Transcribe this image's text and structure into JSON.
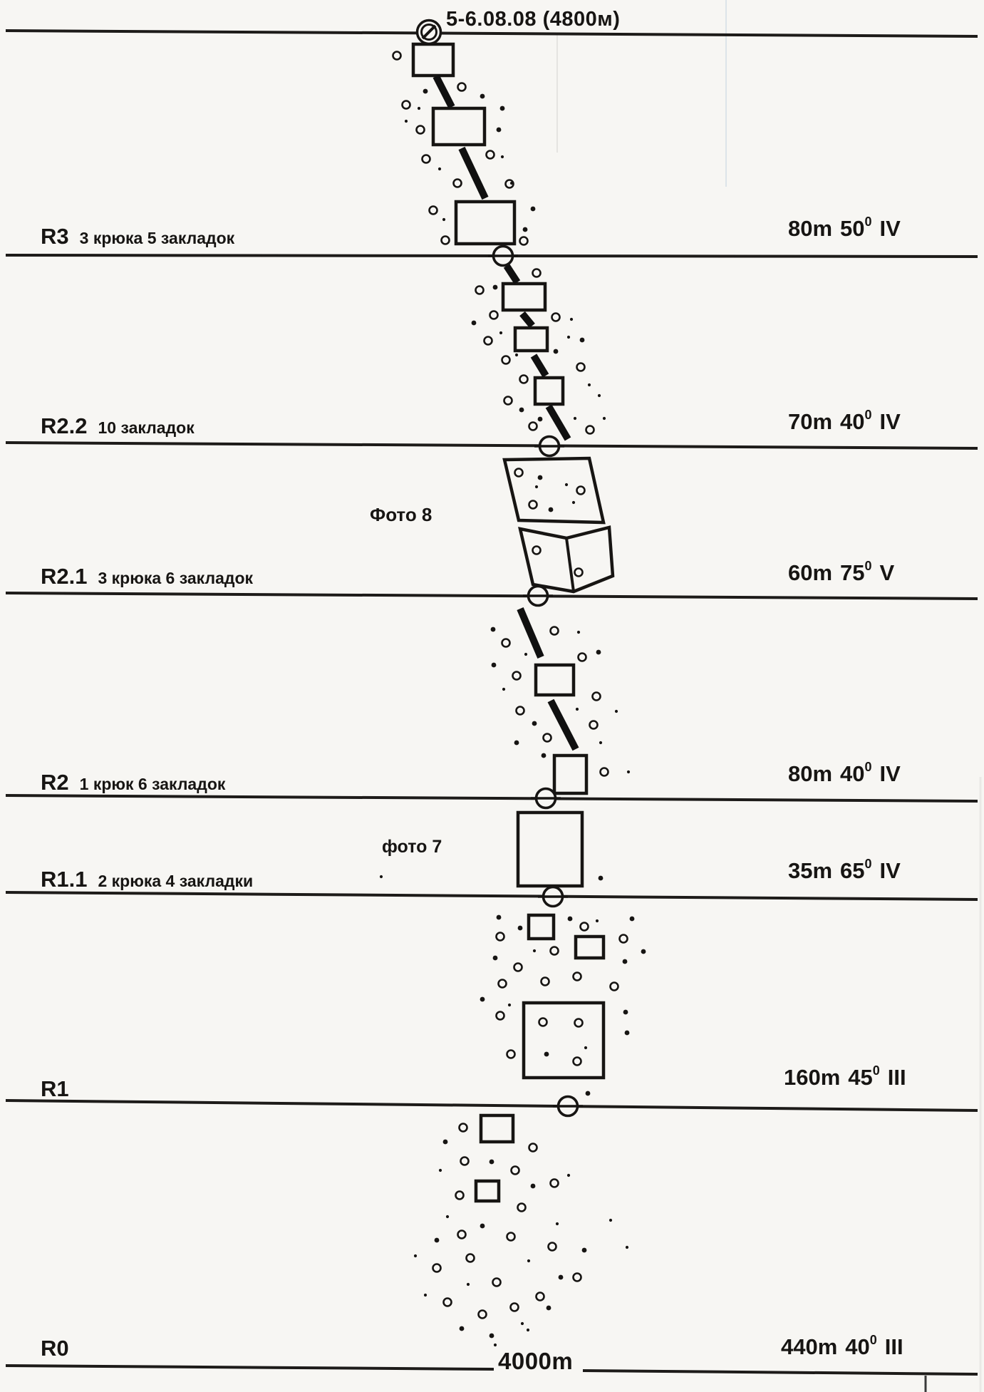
{
  "header": {
    "title": "5-6.08.08 (4800м)"
  },
  "footer": {
    "base_elevation": "4000m"
  },
  "deg_sup": "0",
  "icons": {
    "summit_marker": "double-circle-with-slash",
    "belay_station": "circle-with-horizontal-bar"
  },
  "pitches": [
    {
      "id": "R3",
      "gear": "3 крюка 5 закладок",
      "length": "80m",
      "angle": "50",
      "grade": "IV"
    },
    {
      "id": "R2.2",
      "gear": "10 закладок",
      "length": "70m",
      "angle": "40",
      "grade": "IV"
    },
    {
      "id": "R2.1",
      "gear": "3 крюка 6 закладок",
      "length": "60m",
      "angle": "75",
      "grade": "V",
      "photo": "Фото 8"
    },
    {
      "id": "R2",
      "gear": "1 крюк 6 закладок",
      "length": "80m",
      "angle": "40",
      "grade": "IV"
    },
    {
      "id": "R1.1",
      "gear": "2 крюка 4 закладки",
      "length": "35m",
      "angle": "65",
      "grade": "IV",
      "photo": "фото 7"
    },
    {
      "id": "R1",
      "gear": "",
      "length": "160m",
      "angle": "45",
      "grade": "III"
    },
    {
      "id": "R0",
      "gear": "",
      "length": "440m",
      "angle": "40",
      "grade": "III"
    }
  ]
}
